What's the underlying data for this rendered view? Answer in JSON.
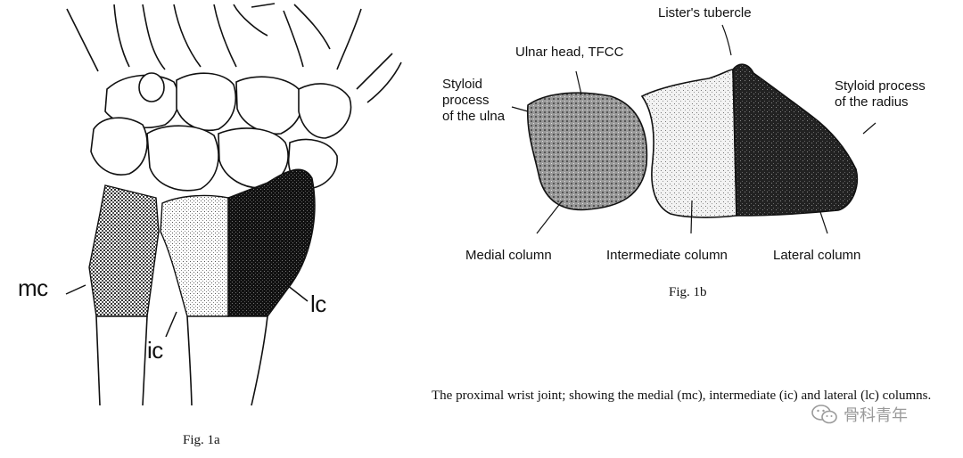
{
  "fig1a": {
    "caption": "Fig. 1a",
    "labels": {
      "mc": "mc",
      "ic": "ic",
      "lc": "lc"
    }
  },
  "fig1b": {
    "caption": "Fig. 1b",
    "labels": {
      "listers_tubercle": "Lister's tubercle",
      "ulnar_head": "Ulnar head, TFCC",
      "styloid_ulna_line1": "Styloid",
      "styloid_ulna_line2": "process",
      "styloid_ulna_line3": "of the ulna",
      "styloid_radius_line1": "Styloid process",
      "styloid_radius_line2": "of the radius",
      "medial_column": "Medial column",
      "intermediate_column": "Intermediate column",
      "lateral_column": "Lateral column"
    }
  },
  "caption_text": "The proximal wrist joint; showing the medial (mc), intermediate (ic) and lateral (lc) columns.",
  "watermark": {
    "icon": "wechat-icon",
    "text": "骨科青年"
  },
  "colors": {
    "ink": "#111111",
    "lateral_fill": "#1e1e1e",
    "medial_fill": "#8a8a8a",
    "intermediate_fill": "#e6e6e6",
    "watermark": "#9a9a9a"
  }
}
